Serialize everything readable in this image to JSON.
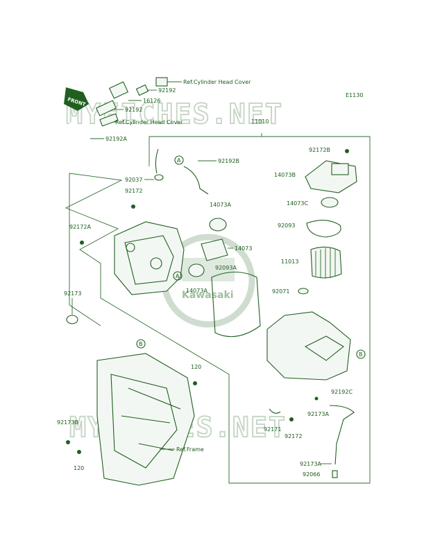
{
  "diagram": {
    "code": "E1130",
    "watermarks": [
      "MYFICHES.NET",
      "MYFICHES.NET"
    ],
    "logo_text": "Kawasaki",
    "front_label": "FRONT",
    "callouts": {
      "A": "A",
      "B": "B"
    },
    "labels": {
      "ref_cyl_head_1": "Ref.Cylinder Head Cover",
      "ref_cyl_head_2": "Ref.Cylinder Head Cover",
      "ref_frame": "Ref.Frame",
      "p92192_top": "92192",
      "p16126": "16126",
      "p92192_mid": "92192",
      "p92192A": "92192A",
      "p11010": "11010",
      "p92192B": "92192B",
      "p92037": "92037",
      "p92172B": "92172B",
      "p14073B": "14073B",
      "p14073C": "14073C",
      "p92093": "92093",
      "p11013": "11013",
      "p92071": "92071",
      "p92172_top": "92172",
      "p92172A": "92172A",
      "p14073A_top": "14073A",
      "p14073": "14073",
      "p92093A": "92093A",
      "p14073A_bot": "14073A",
      "p92173": "92173",
      "p120_top": "120",
      "p92173B": "92173B",
      "p120_bot": "120",
      "p92192C": "92192C",
      "p92173A_mid": "92173A",
      "p92171": "92171",
      "p92172_bot": "92172",
      "p92173A_bot": "92173A",
      "p92066": "92066"
    }
  }
}
